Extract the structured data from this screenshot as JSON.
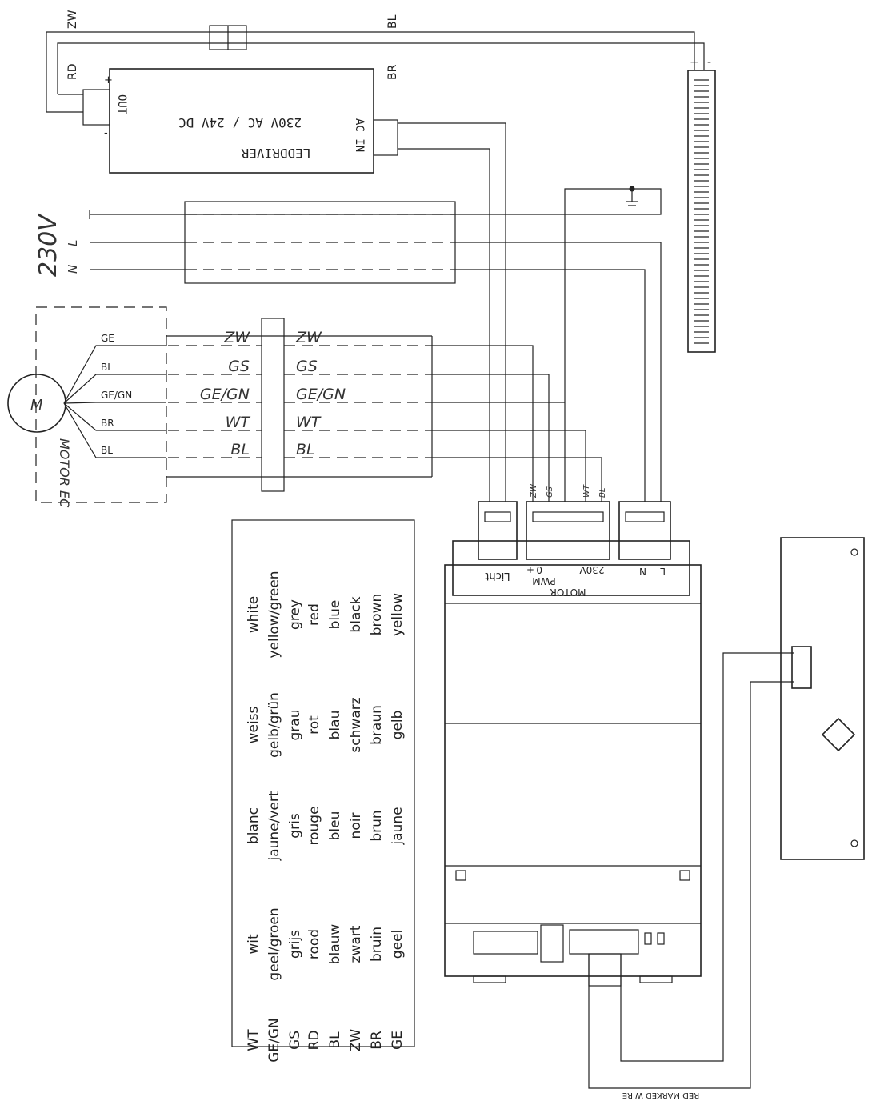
{
  "wire_top": {
    "zw": "ZW",
    "bl": "BL",
    "rd": "RD",
    "br": "BR"
  },
  "led_driver": {
    "name": "LEDDRIVER",
    "spec": "230V AC / 24V DC",
    "out": "OUT",
    "ac_in": "AC IN",
    "plus": "+",
    "minus": "-"
  },
  "led_strip": {
    "plus": "+",
    "minus": "-"
  },
  "mains": {
    "voltage": "230V",
    "l": "L",
    "n": "N"
  },
  "motor": {
    "symbol": "M",
    "label": "MOTOR EC",
    "wires": [
      "GE",
      "BL",
      "GE/GN",
      "BR",
      "BL"
    ]
  },
  "connector_left": [
    "ZW",
    "GS",
    "GE/GN",
    "WT",
    "BL"
  ],
  "connector_right": [
    "ZW",
    "GS",
    "GE/GN",
    "WT",
    "BL"
  ],
  "controller": {
    "licht": "Licht",
    "motor": "MOTOR",
    "pwm": "PWM",
    "zero": "0",
    "plus": "+",
    "v230": "230V",
    "l": "L",
    "n": "N",
    "pin_labels": [
      "ZW",
      "GS",
      "WT",
      "BL"
    ]
  },
  "red_marked_wire": "RED MARKED WIRE",
  "color_table": {
    "codes": [
      "WT",
      "GE/GN",
      "GS",
      "RD",
      "BL",
      "ZW",
      "BR",
      "GE"
    ],
    "dutch": [
      "wit",
      "geel/groen",
      "grijs",
      "rood",
      "blauw",
      "zwart",
      "bruin",
      "geel"
    ],
    "french": [
      "blanc",
      "jaune/vert",
      "gris",
      "rouge",
      "bleu",
      "noir",
      "brun",
      "jaune"
    ],
    "german": [
      "weiss",
      "gelb/grün",
      "grau",
      "rot",
      "blau",
      "schwarz",
      "braun",
      "gelb"
    ],
    "english": [
      "white",
      "yellow/green",
      "grey",
      "red",
      "blue",
      "black",
      "brown",
      "yellow"
    ]
  }
}
